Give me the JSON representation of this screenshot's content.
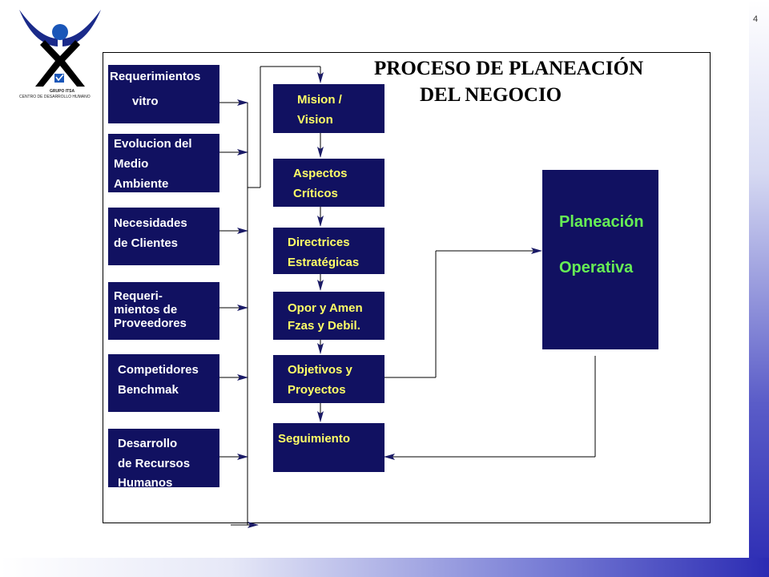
{
  "slide_number": "4",
  "logo": {
    "brand": "GRUPO ITSA",
    "subtitle": "CENTRO DE DESARROLLO HUMANO"
  },
  "title": {
    "line1": "PROCESO DE PLANEACIÓN",
    "line2": "DEL NEGOCIO"
  },
  "inputs": [
    {
      "lines": [
        "Requerimientos",
        "vitro"
      ]
    },
    {
      "lines": [
        "Evolucion del",
        "Medio",
        "Ambiente"
      ]
    },
    {
      "lines": [
        "Necesidades",
        "de Clientes"
      ]
    },
    {
      "lines": [
        "Requeri-",
        "mientos de",
        "Proveedores"
      ]
    },
    {
      "lines": [
        "Competidores",
        "Benchmak"
      ]
    },
    {
      "lines": [
        "Desarrollo",
        "de Recursos",
        "Humanos"
      ]
    }
  ],
  "steps": [
    {
      "lines": [
        "Mision /",
        "Vision"
      ]
    },
    {
      "lines": [
        "Aspectos",
        "Críticos"
      ]
    },
    {
      "lines": [
        "Directrices",
        "Estratégicas"
      ]
    },
    {
      "lines": [
        "Opor y Amen",
        "Fzas y Debil."
      ]
    },
    {
      "lines": [
        "Objetivos y",
        "Proyectos"
      ]
    },
    {
      "lines": [
        "Seguimiento"
      ]
    }
  ],
  "operative": {
    "lines": [
      "Planeación",
      "Operativa"
    ]
  },
  "colors": {
    "box_fill": "#111161",
    "step_text": "#ffff66",
    "operative_text": "#66ee55",
    "input_text": "#ffffff"
  }
}
